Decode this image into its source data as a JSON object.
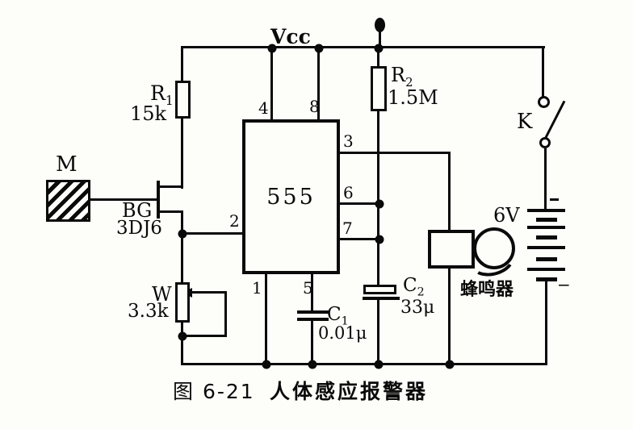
{
  "colors": {
    "ink": "#0a0a0a",
    "paper": "#fdfdfa"
  },
  "power": {
    "vcc_label": "Vcc"
  },
  "components": {
    "r1": {
      "base": "R",
      "sub": "1",
      "value": "15k"
    },
    "r2": {
      "base": "R",
      "sub": "2",
      "value": "1.5M"
    },
    "c1": {
      "base": "C",
      "sub": "1",
      "value": "0.01μ"
    },
    "c2": {
      "base": "C",
      "sub": "2",
      "value": "33μ"
    },
    "pot": {
      "name": "W",
      "value": "3.3k"
    },
    "plate": {
      "name": "M"
    },
    "fet": {
      "name": "BG",
      "model": "3DJ6"
    },
    "ic": {
      "name": "555"
    },
    "battery": {
      "voltage": "6V",
      "minus_mark": "−"
    },
    "switch": {
      "name": "K"
    },
    "buzzer": {
      "name": "蜂鸣器"
    }
  },
  "ic_pins": {
    "p1": "1",
    "p2": "2",
    "p3": "3",
    "p4": "4",
    "p5": "5",
    "p6": "6",
    "p7": "7",
    "p8": "8"
  },
  "caption": {
    "number": "图 6-21",
    "title": "人体感应报警器"
  }
}
